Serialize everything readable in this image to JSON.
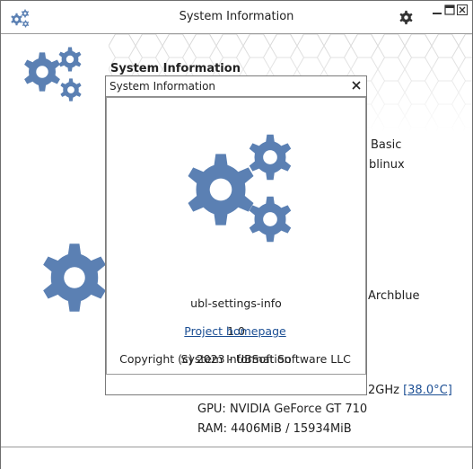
{
  "window": {
    "title": "System Information",
    "app_icon": "gears-icon",
    "settings_icon": "gear-icon"
  },
  "background": {
    "heading": "System Information",
    "fragments": {
      "basic": "Basic",
      "linux": "blinux",
      "archblue": "Archblue",
      "cpu_freq": "2GHz",
      "cpu_temp": "[38.0°C]",
      "gpu": "GPU: NVIDIA GeForce GT 710",
      "ram": "RAM: 4406MiB / 15934MiB"
    }
  },
  "about_dialog": {
    "title": "System Information",
    "app_name": "ubl-settings-info",
    "version": "1.0",
    "description": "System Information",
    "link": "Project homepage",
    "copyright": "Copyright (c) 2023 - UBSoft Software LLC"
  },
  "colors": {
    "gear_blue": "#5b80b3",
    "link_blue": "#1c4f94"
  }
}
